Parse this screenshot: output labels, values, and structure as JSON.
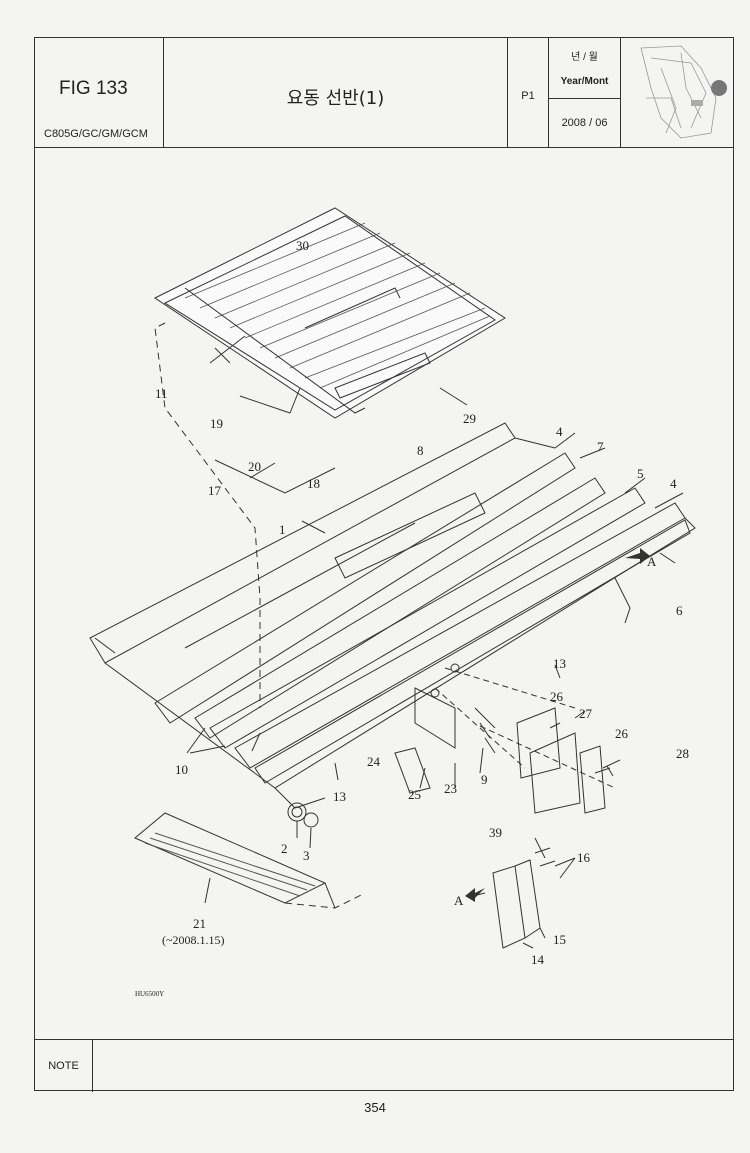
{
  "header": {
    "fig_label": "FIG 133",
    "model_codes": "C805G/GC/GM/GCM",
    "title": "요동 선반(1)",
    "page_code": "P1",
    "year_month_ko": "년 / 월",
    "year_month_en": "Year/Mont",
    "date": "2008 / 06"
  },
  "diagram": {
    "callouts": [
      "30",
      "11",
      "29",
      "19",
      "20",
      "17",
      "18",
      "8",
      "4",
      "7",
      "5",
      "4",
      "1",
      "A",
      "6",
      "13",
      "26",
      "27",
      "26",
      "28",
      "10",
      "24",
      "13",
      "25",
      "23",
      "9",
      "2",
      "3",
      "39",
      "16",
      "15",
      "14",
      "A",
      "21"
    ],
    "note_21": "(~2008.1.15)",
    "drawing_code": "HU6500Y",
    "view_marker": "A"
  },
  "footer": {
    "note_label": "NOTE",
    "note_text": "",
    "page_number": "354"
  }
}
